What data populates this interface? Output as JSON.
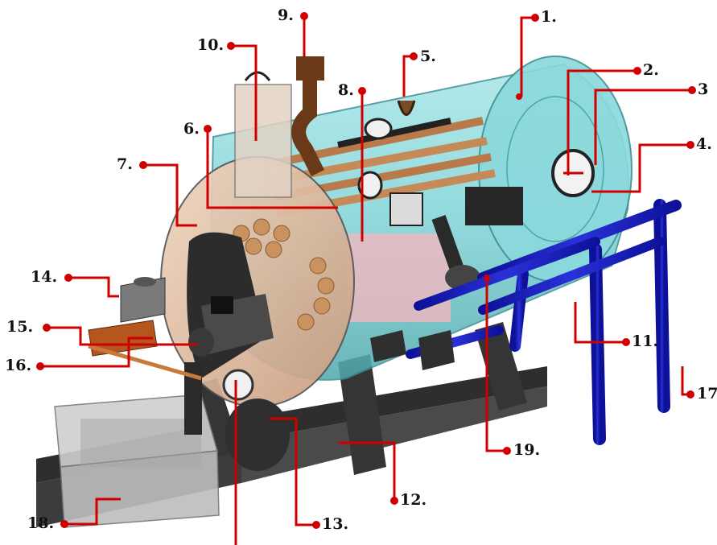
{
  "colors": {
    "shell": "#7fd3d6",
    "shell_edge": "#3e8f93",
    "front_plate": "#e6c2a8",
    "firetubes": "#b87a4a",
    "pipes": "#1a1fb5",
    "frame": "#3a3a3a",
    "leader": "#d10000"
  },
  "callouts": [
    {
      "label": "1.",
      "icon": "leader-dot"
    },
    {
      "label": "2.",
      "icon": "leader-dot"
    },
    {
      "label": "3",
      "icon": "leader-dot"
    },
    {
      "label": "4.",
      "icon": "leader-dot"
    },
    {
      "label": "5.",
      "icon": "leader-dot"
    },
    {
      "label": "6.",
      "icon": "leader-dot"
    },
    {
      "label": "7.",
      "icon": "leader-dot"
    },
    {
      "label": "8.",
      "icon": "leader-dot"
    },
    {
      "label": "9.",
      "icon": "leader-dot"
    },
    {
      "label": "10.",
      "icon": "leader-dot"
    },
    {
      "label": "11.",
      "icon": "leader-dot"
    },
    {
      "label": "12.",
      "icon": "leader-dot"
    },
    {
      "label": "13.",
      "icon": "leader-dot"
    },
    {
      "label": "14.",
      "icon": "leader-dot"
    },
    {
      "label": "15.",
      "icon": "leader-dot"
    },
    {
      "label": "16.",
      "icon": "leader-dot"
    },
    {
      "label": "17",
      "icon": "leader-dot"
    },
    {
      "label": "18.",
      "icon": "leader-dot"
    },
    {
      "label": "19.",
      "icon": "leader-dot"
    }
  ]
}
